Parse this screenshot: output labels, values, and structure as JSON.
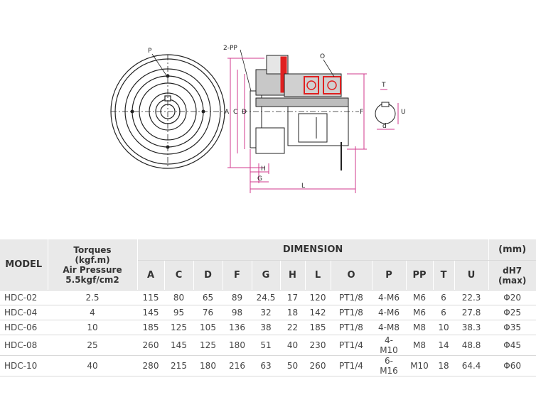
{
  "drawing": {
    "labels": {
      "P": "P",
      "PP": "2-PP",
      "O": "O",
      "A": "A",
      "C": "C",
      "D": "D",
      "F": "F",
      "T": "T",
      "U": "U",
      "d": "d",
      "H": "H",
      "G": "G",
      "L": "L"
    },
    "colors": {
      "dimension": "#d23a8c",
      "part": "#e02020",
      "line": "#222222"
    }
  },
  "table": {
    "header": {
      "model": "MODEL",
      "torque": [
        "Torques",
        "(kgf.m)",
        "Air Pressure",
        "5.5kgf/cm2"
      ],
      "dimension": "DIMENSION",
      "unit": "(mm)",
      "columns": [
        "A",
        "C",
        "D",
        "F",
        "G",
        "H",
        "L",
        "O",
        "P",
        "PP",
        "T",
        "U"
      ],
      "bore": [
        "dH7",
        "(max)"
      ]
    },
    "rows": [
      {
        "model": "HDC-02",
        "torque": "2.5",
        "A": "115",
        "C": "80",
        "D": "65",
        "F": "89",
        "G": "24.5",
        "H": "17",
        "L": "120",
        "O": "PT1/8",
        "P": "4-M6",
        "PP": "M6",
        "T": "6",
        "U": "22.3",
        "bore": "Φ20"
      },
      {
        "model": "HDC-04",
        "torque": "4",
        "A": "145",
        "C": "95",
        "D": "76",
        "F": "98",
        "G": "32",
        "H": "18",
        "L": "142",
        "O": "PT1/8",
        "P": "4-M6",
        "PP": "M6",
        "T": "6",
        "U": "27.8",
        "bore": "Φ25"
      },
      {
        "model": "HDC-06",
        "torque": "10",
        "A": "185",
        "C": "125",
        "D": "105",
        "F": "136",
        "G": "38",
        "H": "22",
        "L": "185",
        "O": "PT1/8",
        "P": "4-M8",
        "PP": "M8",
        "T": "10",
        "U": "38.3",
        "bore": "Φ35"
      },
      {
        "model": "HDC-08",
        "torque": "25",
        "A": "260",
        "C": "145",
        "D": "125",
        "F": "180",
        "G": "51",
        "H": "40",
        "L": "230",
        "O": "PT1/4",
        "P": [
          "4-",
          "M10"
        ],
        "PP": "M8",
        "T": "14",
        "U": "48.8",
        "bore": "Φ45"
      },
      {
        "model": "HDC-10",
        "torque": "40",
        "A": "280",
        "C": "215",
        "D": "180",
        "F": "216",
        "G": "63",
        "H": "50",
        "L": "260",
        "O": "PT1/4",
        "P": [
          "6-",
          "M16"
        ],
        "PP": "M10",
        "T": "18",
        "U": "64.4",
        "bore": "Φ60"
      }
    ]
  }
}
